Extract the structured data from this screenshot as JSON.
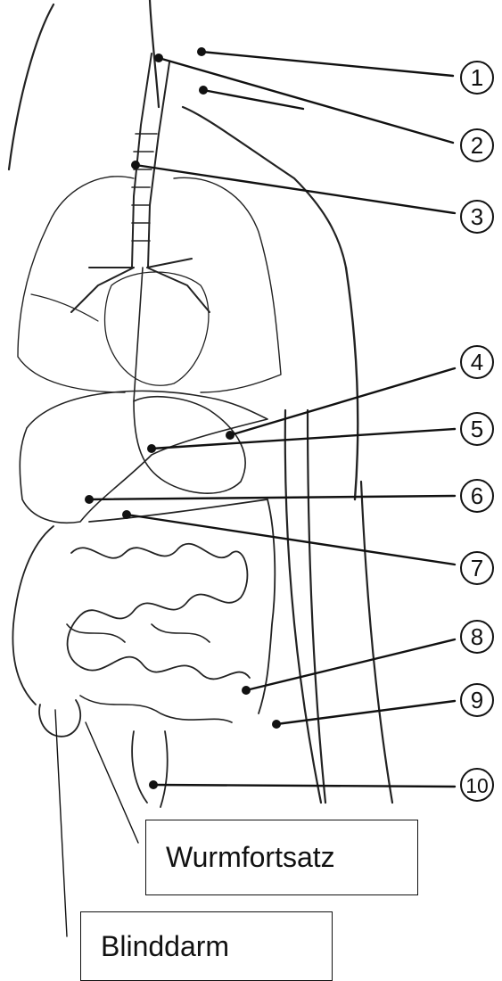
{
  "labels": [
    "1",
    "2",
    "3",
    "4",
    "5",
    "6",
    "7",
    "8",
    "9",
    "10"
  ],
  "boxes": {
    "wurmfortsatz": "Wurmfortsatz",
    "blinddarm": "Blinddarm"
  }
}
